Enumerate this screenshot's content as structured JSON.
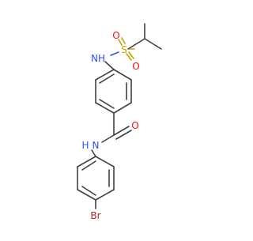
{
  "molecule": {
    "atom_labels": {
      "sulfonamide_nitrogen": "NH",
      "sulfur": "S",
      "sulfonyl_oxygen_left": "O",
      "sulfonyl_oxygen_right": "O",
      "carbonyl_oxygen": "O",
      "amide_nitrogen": "N",
      "amide_hydrogen": "H",
      "bromine": "Br"
    },
    "colors": {
      "bond": "#404040",
      "nitrogen": "#3050F8",
      "oxygen": "#FF0D0D",
      "sulfur": "#C8A000",
      "bromine": "#A62929"
    }
  }
}
